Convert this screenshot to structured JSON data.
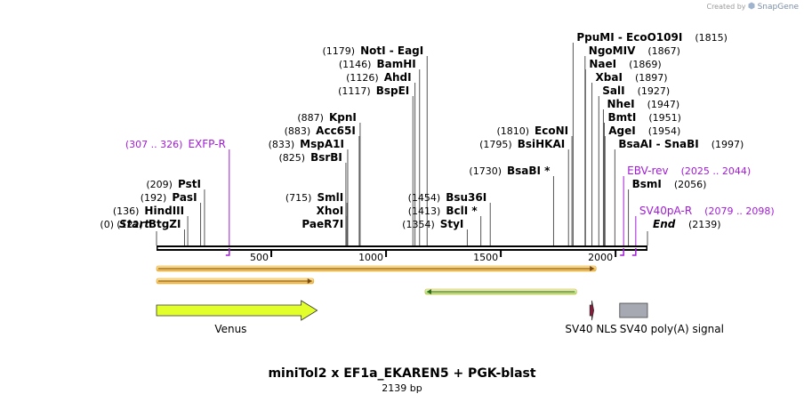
{
  "header": {
    "created_by": "Created by",
    "brand": "SnapGene",
    "brand_icon": "snapgene-logo-icon"
  },
  "map": {
    "title": "miniTol2 x EF1a_EKAREN5 + PGK-blast",
    "length_label": "2139 bp",
    "total_bp": 2139,
    "ruler_ticks": [
      {
        "bp": 500,
        "label": "500"
      },
      {
        "bp": 1000,
        "label": "1000"
      },
      {
        "bp": 1500,
        "label": "1500"
      },
      {
        "bp": 2000,
        "label": "2000"
      }
    ],
    "endpoints": [
      {
        "bp": 0,
        "pos": "(0)",
        "name": "Start"
      },
      {
        "bp": 2139,
        "pos": "(2139)",
        "name": "End"
      }
    ],
    "sites": [
      {
        "name": "BtgZI",
        "pos": "(122)",
        "bp": 122,
        "row": 0,
        "side": "left"
      },
      {
        "name": "HindIII",
        "pos": "(136)",
        "bp": 136,
        "row": 1,
        "side": "left"
      },
      {
        "name": "PasI",
        "pos": "(192)",
        "bp": 192,
        "row": 2,
        "side": "left"
      },
      {
        "name": "PstI",
        "pos": "(209)",
        "bp": 209,
        "row": 3,
        "side": "left"
      },
      {
        "name": "PaeR7I",
        "pos": "",
        "bp": 830,
        "row": 0,
        "side": "left"
      },
      {
        "name": "XhoI",
        "pos": "",
        "bp": 830,
        "row": 1,
        "side": "left"
      },
      {
        "name": "SmlI",
        "pos": "(715)",
        "bp": 830,
        "row": 2,
        "side": "left"
      },
      {
        "name": "BsrBI",
        "pos": "(825)",
        "bp": 825,
        "row": 5,
        "side": "left"
      },
      {
        "name": "MspA1I",
        "pos": "(833)",
        "bp": 833,
        "row": 6,
        "side": "left"
      },
      {
        "name": "Acc65I",
        "pos": "(883)",
        "bp": 883,
        "row": 7,
        "side": "left"
      },
      {
        "name": "KpnI",
        "pos": "(887)",
        "bp": 887,
        "row": 8,
        "side": "left"
      },
      {
        "name": "StyI",
        "pos": "(1354)",
        "bp": 1354,
        "row": 0,
        "side": "left"
      },
      {
        "name": "BclI *",
        "pos": "(1413)",
        "bp": 1413,
        "row": 1,
        "side": "left"
      },
      {
        "name": "Bsu36I",
        "pos": "(1454)",
        "bp": 1454,
        "row": 2,
        "side": "left"
      },
      {
        "name": "BspEI",
        "pos": "(1117)",
        "bp": 1117,
        "row": 10,
        "side": "left"
      },
      {
        "name": "AhdI",
        "pos": "(1126)",
        "bp": 1126,
        "row": 11,
        "side": "left"
      },
      {
        "name": "BamHI",
        "pos": "(1146)",
        "bp": 1146,
        "row": 12,
        "side": "left"
      },
      {
        "name": "NotI - EagI",
        "pos": "(1179)",
        "bp": 1179,
        "row": 13,
        "side": "left"
      },
      {
        "name": "BsaBI *",
        "pos": "(1730)",
        "bp": 1730,
        "row": 4,
        "side": "left"
      },
      {
        "name": "BsiHKAI",
        "pos": "(1795)",
        "bp": 1795,
        "row": 6,
        "side": "left"
      },
      {
        "name": "EcoNI",
        "pos": "(1810)",
        "bp": 1810,
        "row": 7,
        "side": "left"
      },
      {
        "name": "BsmI",
        "pos": "(2056)",
        "bp": 2056,
        "row": 3,
        "side": "right"
      },
      {
        "name": "BsaAI - SnaBI",
        "pos": "(1997)",
        "bp": 1997,
        "row": 6,
        "side": "right"
      },
      {
        "name": "AgeI",
        "pos": "(1954)",
        "bp": 1954,
        "row": 7,
        "side": "right"
      },
      {
        "name": "BmtI",
        "pos": "(1951)",
        "bp": 1951,
        "row": 8,
        "side": "right"
      },
      {
        "name": "NheI",
        "pos": "(1947)",
        "bp": 1947,
        "row": 9,
        "side": "right"
      },
      {
        "name": "SalI",
        "pos": "(1927)",
        "bp": 1927,
        "row": 10,
        "side": "right"
      },
      {
        "name": "XbaI",
        "pos": "(1897)",
        "bp": 1897,
        "row": 11,
        "side": "right"
      },
      {
        "name": "NaeI",
        "pos": "(1869)",
        "bp": 1869,
        "row": 12,
        "side": "right"
      },
      {
        "name": "NgoMIV",
        "pos": "(1867)",
        "bp": 1867,
        "row": 13,
        "side": "right"
      },
      {
        "name": "PpuMI - EcoO109I",
        "pos": "(1815)",
        "bp": 1815,
        "row": 14,
        "side": "right"
      }
    ],
    "primers": [
      {
        "name": "EXFP-R",
        "range": "(307 .. 326)",
        "bp": 317,
        "row": 6,
        "side": "left",
        "direction": "reverse"
      },
      {
        "name": "EBV-rev",
        "range": "(2025 .. 2044)",
        "bp": 2035,
        "row": 4,
        "side": "right",
        "direction": "reverse"
      },
      {
        "name": "SV40pA-R",
        "range": "(2079 .. 2098)",
        "bp": 2088,
        "row": 1,
        "side": "right",
        "direction": "reverse"
      }
    ],
    "tracks": [
      {
        "kind": "orf",
        "start": 0,
        "end": 1915,
        "strand": "forward",
        "color": "#f2c24b",
        "row": 0
      },
      {
        "kind": "orf",
        "start": 0,
        "end": 685,
        "strand": "forward",
        "color": "#f2c24b",
        "row": 1
      },
      {
        "kind": "orf",
        "start": 1170,
        "end": 1830,
        "strand": "reverse",
        "color": "#b9ee8a",
        "row": 2
      }
    ],
    "features": [
      {
        "name": "Venus",
        "start": 0,
        "end": 700,
        "shape": "arrow",
        "color": "#e3ff2b"
      },
      {
        "name": "SV40 NLS",
        "start": 1888,
        "end": 1905,
        "shape": "arrow",
        "color": "#8a1a3a"
      },
      {
        "name": "SV40 poly(A) signal",
        "start": 2018,
        "end": 2139,
        "shape": "box",
        "color": "#a6a9b2"
      }
    ]
  }
}
